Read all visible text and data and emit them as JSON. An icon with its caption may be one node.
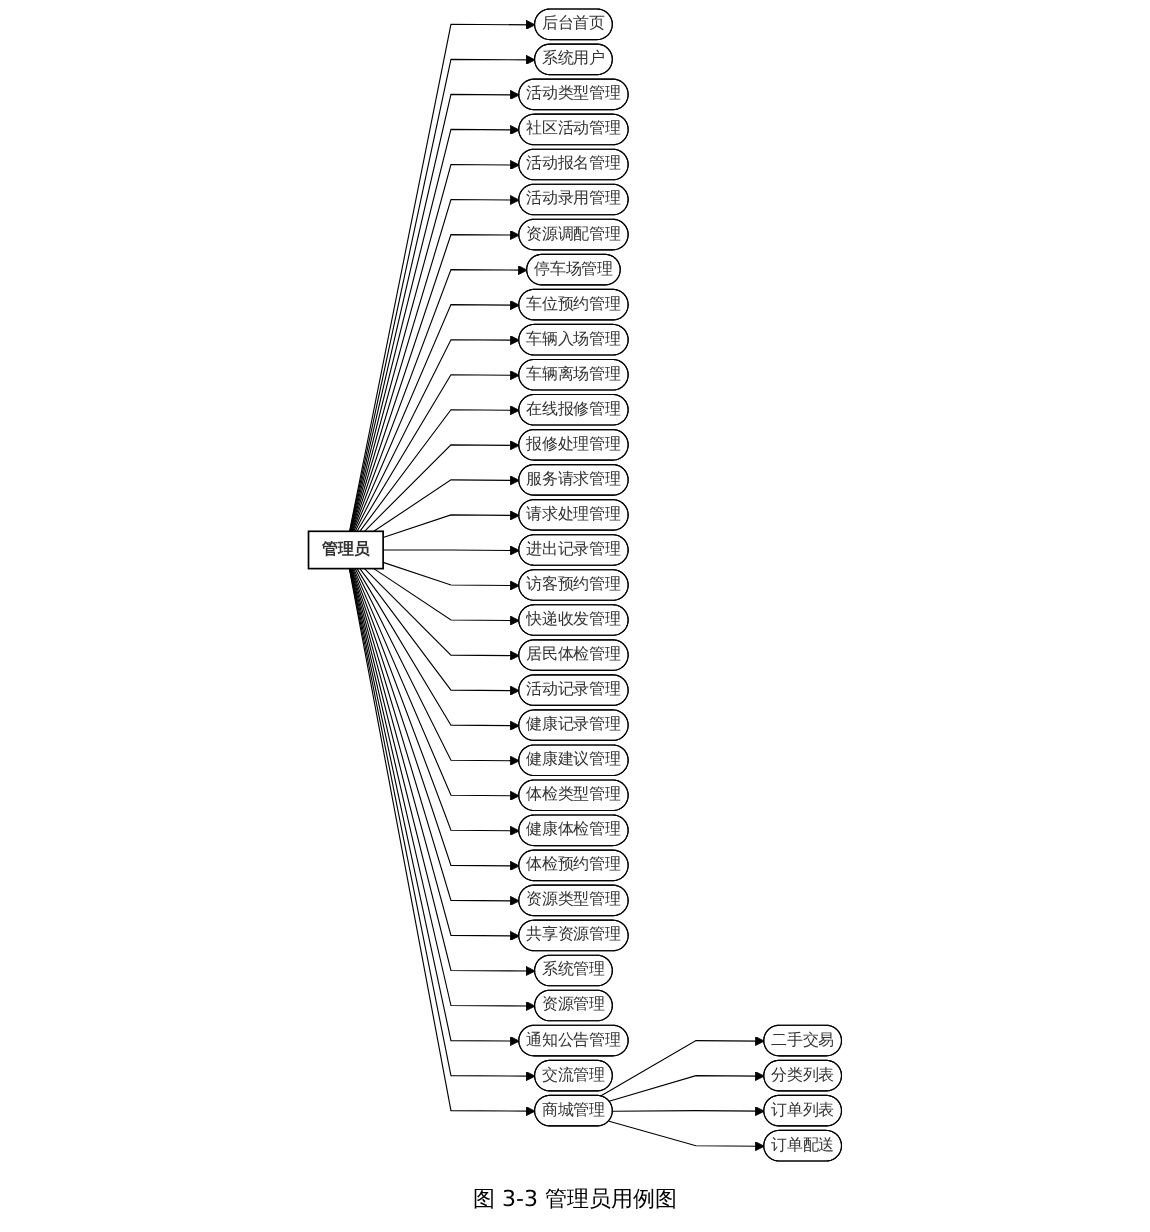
{
  "diagram": {
    "caption": "图 3-3 管理员用例图",
    "nodes": [
      {
        "text": [
          "管理员"
        ]
      },
      {
        "text": [
          "后台首页"
        ]
      },
      {
        "text": [
          "系统用户"
        ]
      },
      {
        "text": [
          "活动类型管理"
        ]
      },
      {
        "text": [
          "社区活动管理"
        ]
      },
      {
        "text": [
          "活动报名管理"
        ]
      },
      {
        "text": [
          "活动录用管理"
        ]
      },
      {
        "text": [
          "资源调配管理"
        ]
      },
      {
        "text": [
          "停车场管理"
        ]
      },
      {
        "text": [
          "车位预约管理"
        ]
      },
      {
        "text": [
          "车辆入场管理"
        ]
      },
      {
        "text": [
          "车辆离场管理"
        ]
      },
      {
        "text": [
          "在线报修管理"
        ]
      },
      {
        "text": [
          "报修处理管理"
        ]
      },
      {
        "text": [
          "服务请求管理"
        ]
      },
      {
        "text": [
          "请求处理管理"
        ]
      },
      {
        "text": [
          "进出记录管理"
        ]
      },
      {
        "text": [
          "访客预约管理"
        ]
      },
      {
        "text": [
          "快递收发管理"
        ]
      },
      {
        "text": [
          "居民体检管理"
        ]
      },
      {
        "text": [
          "活动记录管理"
        ]
      },
      {
        "text": [
          "健康记录管理"
        ]
      },
      {
        "text": [
          "健康建议管理"
        ]
      },
      {
        "text": [
          "体检类型管理"
        ]
      },
      {
        "text": [
          "健康体检管理"
        ]
      },
      {
        "text": [
          "体检预约管理"
        ]
      },
      {
        "text": [
          "资源类型管理"
        ]
      },
      {
        "text": [
          "共享资源管理"
        ]
      },
      {
        "text": [
          "系统管理"
        ]
      },
      {
        "text": [
          "资源管理"
        ]
      },
      {
        "text": [
          "通知公告管理"
        ]
      },
      {
        "text": [
          "交流管理"
        ]
      },
      {
        "text": [
          "商城管理"
        ]
      },
      {
        "text": [
          "二手交易"
        ]
      },
      {
        "text": [
          "分类列表"
        ]
      },
      {
        "text": [
          "订单列表"
        ]
      },
      {
        "text": [
          "订单配送"
        ]
      }
    ],
    "edges": [
      {
        "from": 0,
        "to": 1,
        "arrow": "to"
      },
      {
        "from": 0,
        "to": 2,
        "arrow": "to"
      },
      {
        "from": 0,
        "to": 3,
        "arrow": "to"
      },
      {
        "from": 0,
        "to": 4,
        "arrow": "to"
      },
      {
        "from": 0,
        "to": 5,
        "arrow": "to"
      },
      {
        "from": 0,
        "to": 6,
        "arrow": "to"
      },
      {
        "from": 0,
        "to": 7,
        "arrow": "to"
      },
      {
        "from": 0,
        "to": 8,
        "arrow": "to"
      },
      {
        "from": 0,
        "to": 9,
        "arrow": "to"
      },
      {
        "from": 0,
        "to": 10,
        "arrow": "to"
      },
      {
        "from": 0,
        "to": 11,
        "arrow": "to"
      },
      {
        "from": 0,
        "to": 12,
        "arrow": "to"
      },
      {
        "from": 0,
        "to": 13,
        "arrow": "to"
      },
      {
        "from": 0,
        "to": 14,
        "arrow": "to"
      },
      {
        "from": 0,
        "to": 15,
        "arrow": "to"
      },
      {
        "from": 0,
        "to": 16,
        "arrow": "to"
      },
      {
        "from": 0,
        "to": 17,
        "arrow": "to"
      },
      {
        "from": 0,
        "to": 18,
        "arrow": "to"
      },
      {
        "from": 0,
        "to": 19,
        "arrow": "to"
      },
      {
        "from": 0,
        "to": 20,
        "arrow": "to"
      },
      {
        "from": 0,
        "to": 21,
        "arrow": "to"
      },
      {
        "from": 0,
        "to": 22,
        "arrow": "to"
      },
      {
        "from": 0,
        "to": 23,
        "arrow": "to"
      },
      {
        "from": 0,
        "to": 24,
        "arrow": "to"
      },
      {
        "from": 0,
        "to": 25,
        "arrow": "to"
      },
      {
        "from": 0,
        "to": 26,
        "arrow": "to"
      },
      {
        "from": 0,
        "to": 27,
        "arrow": "to"
      },
      {
        "from": 0,
        "to": 28,
        "arrow": "to"
      },
      {
        "from": 0,
        "to": 29,
        "arrow": "to"
      },
      {
        "from": 0,
        "to": 30,
        "arrow": "to"
      },
      {
        "from": 0,
        "to": 31,
        "arrow": "to"
      },
      {
        "from": 0,
        "to": 32,
        "arrow": "to"
      },
      {
        "from": 32,
        "to": 33,
        "arrow": "to"
      },
      {
        "from": 32,
        "to": 34,
        "arrow": "to"
      },
      {
        "from": 32,
        "to": 35,
        "arrow": "to"
      },
      {
        "from": 32,
        "to": 36,
        "arrow": "to"
      }
    ]
  }
}
